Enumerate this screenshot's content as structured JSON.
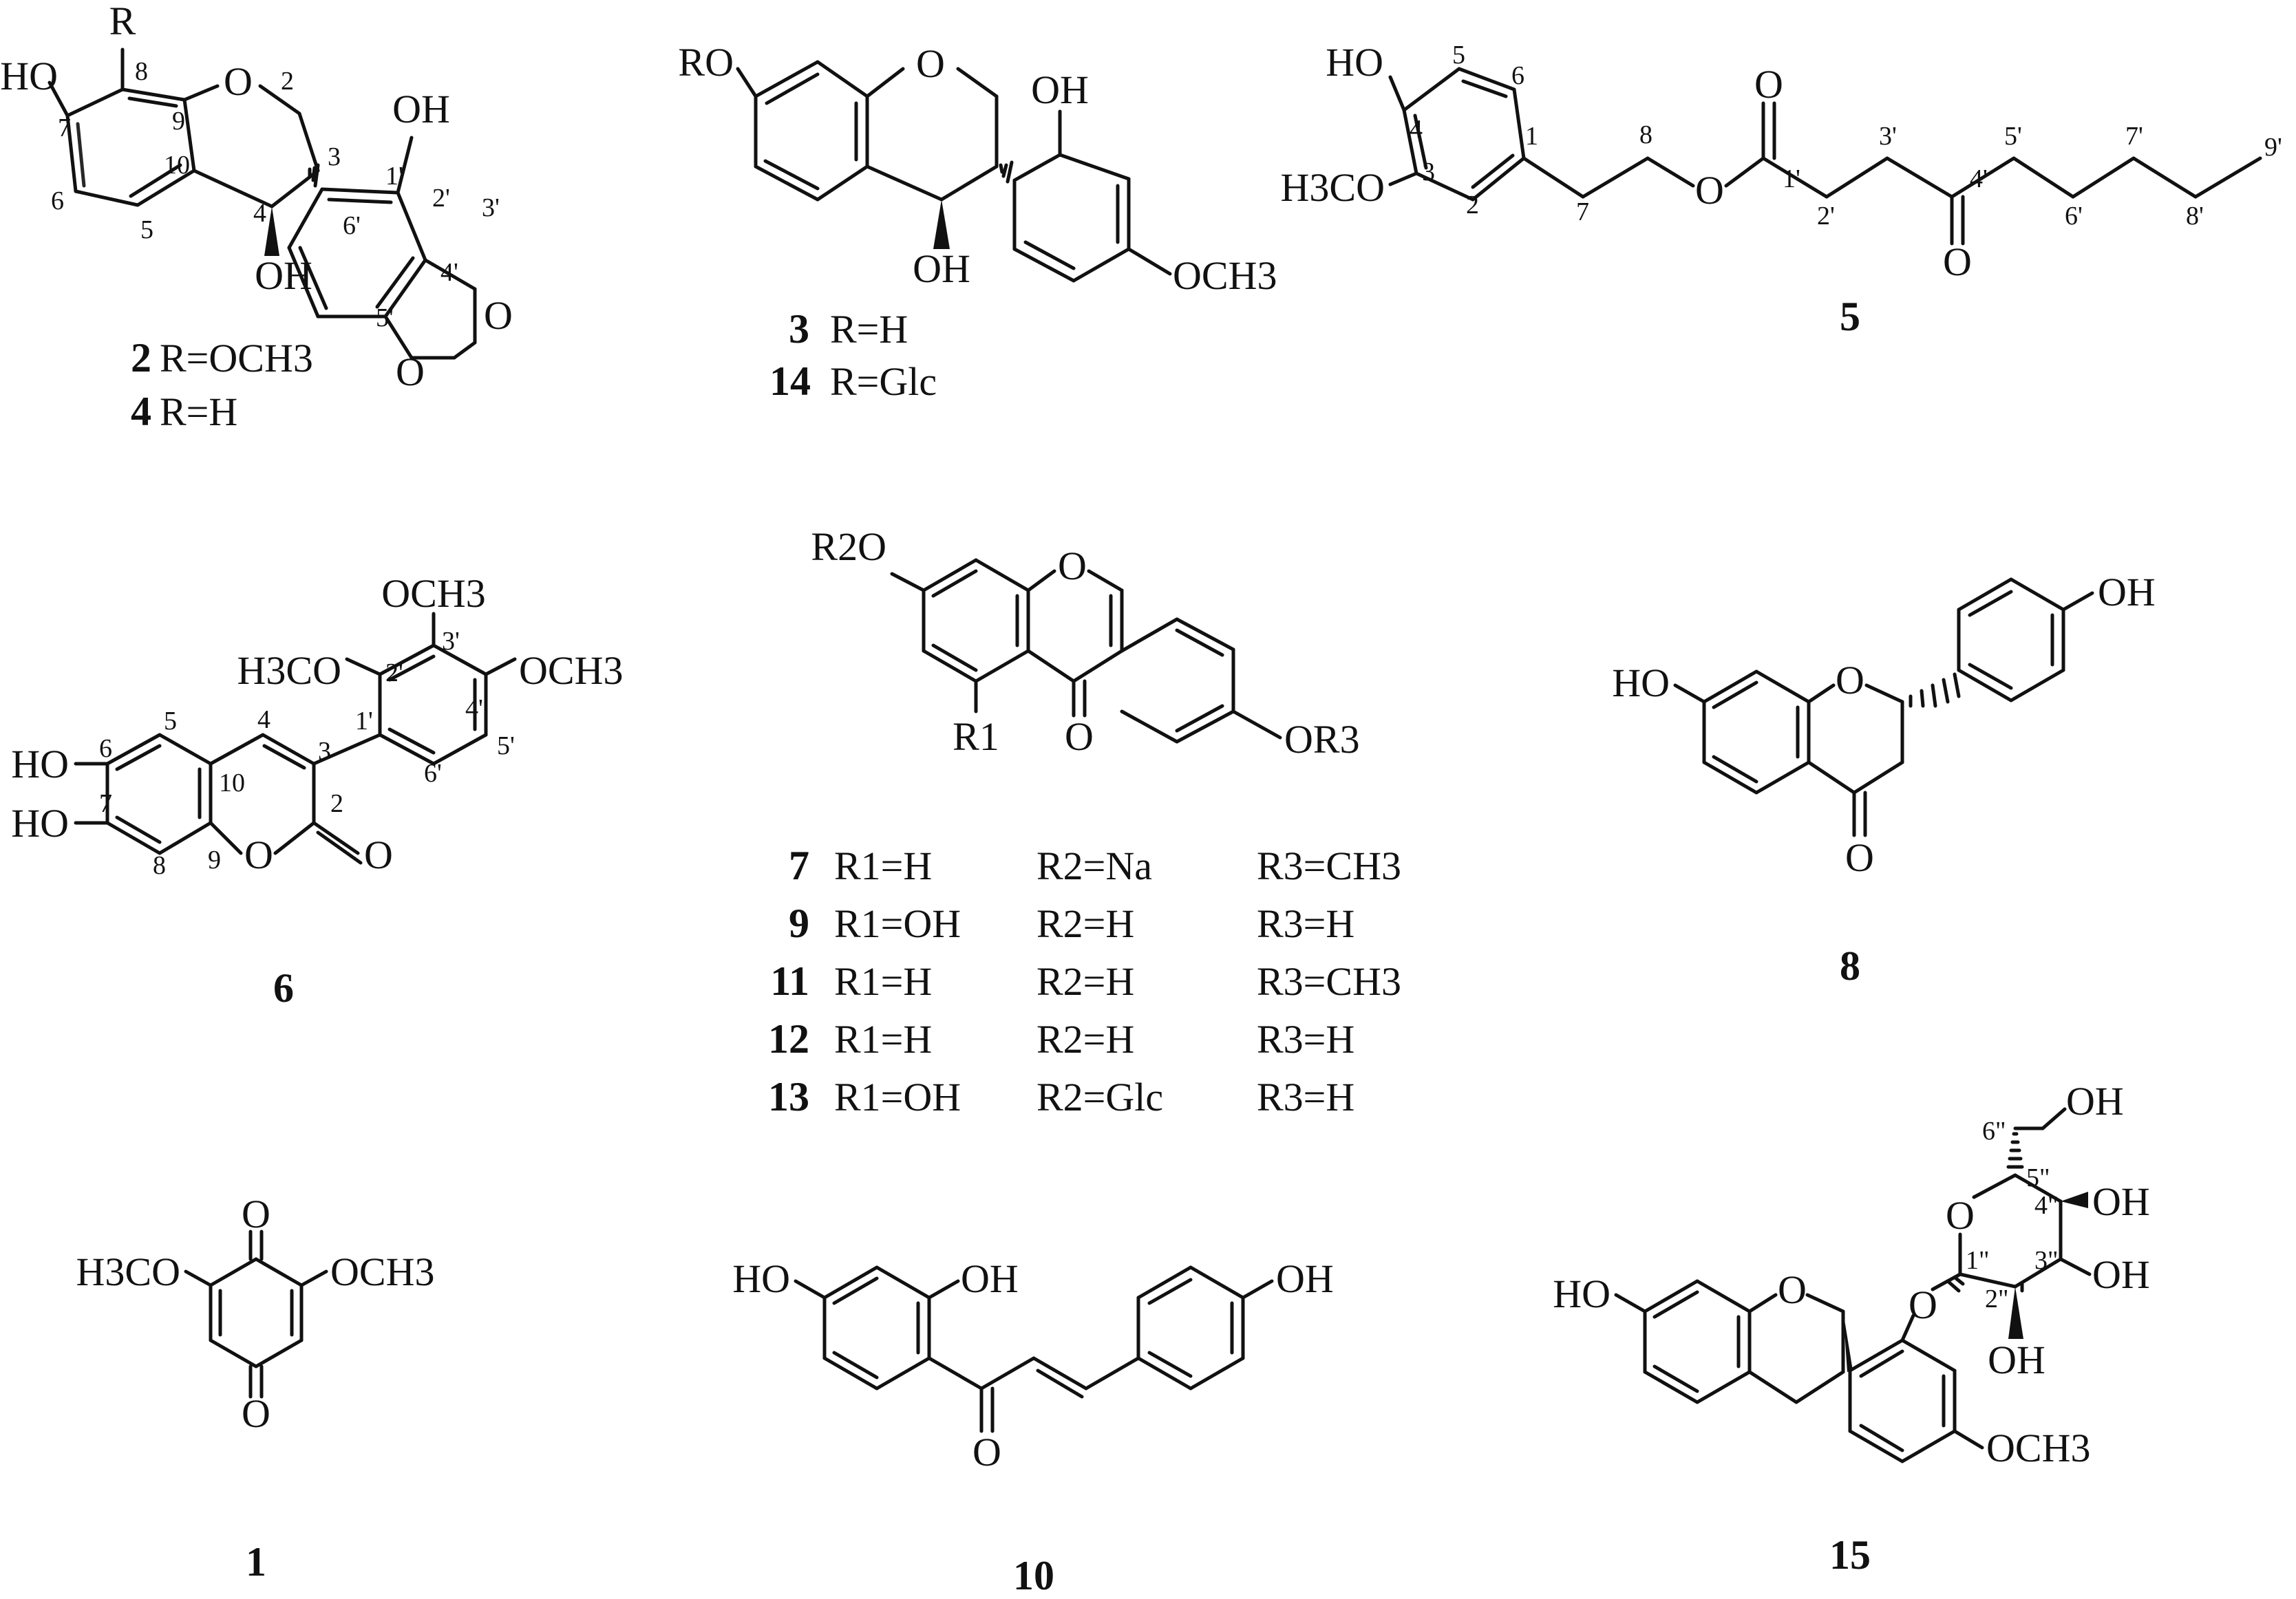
{
  "compounds": [
    {
      "id": "c2_4",
      "labels": [
        "2",
        "4"
      ],
      "variants": [
        {
          "id": "2",
          "r": "R=OCH3"
        },
        {
          "id": "4",
          "r": "R=H"
        }
      ],
      "atoms": {
        "r": "R",
        "oh7": "HO",
        "o1": "O",
        "oh2p": "OH",
        "oh4": "OH",
        "o_a": "O",
        "o_b": "O"
      },
      "numbers": {
        "n8": "8",
        "n9": "9",
        "n2": "2",
        "n7": "7",
        "n10": "10",
        "n3": "3",
        "n1p": "1'",
        "n2p": "2'",
        "n3p": "3'",
        "n6": "6",
        "n5": "5",
        "n4": "4",
        "n6p": "6'",
        "n4p": "4'",
        "n5p": "5'"
      }
    },
    {
      "id": "c3_14",
      "variants": [
        {
          "id": "3",
          "r": "R=H"
        },
        {
          "id": "14",
          "r": "R=Glc"
        }
      ],
      "atoms": {
        "ro": "RO",
        "o1": "O",
        "oh2p": "OH",
        "oh4": "OH",
        "och3": "OCH3"
      }
    },
    {
      "id": "c5",
      "label": "5",
      "atoms": {
        "ho": "HO",
        "h3co": "H3CO",
        "o_ester": "O",
        "o_carbonyl1": "O",
        "o_carbonyl2": "O"
      },
      "numbers": {
        "n5": "5",
        "n6": "6",
        "n4": "4",
        "n3": "3",
        "n1": "1",
        "n2": "2",
        "n8": "8",
        "n7": "7",
        "n1p": "1'",
        "n3p": "3'",
        "n2p": "2'",
        "n4p": "4'",
        "n5p": "5'",
        "n6p": "6'",
        "n7p": "7'",
        "n8p": "8'",
        "n9p": "9'"
      }
    },
    {
      "id": "c6",
      "label": "6",
      "atoms": {
        "och3_3p": "OCH3",
        "h3co_2p": "H3CO",
        "och3_4p": "OCH3",
        "ho6": "HO",
        "ho7": "HO",
        "o1": "O",
        "o_carbonyl": "O"
      },
      "numbers": {
        "n3p": "3'",
        "n2p": "2'",
        "n4p": "4'",
        "n5": "5",
        "n4": "4",
        "n1p": "1'",
        "n6": "6",
        "n3": "3",
        "n5p": "5'",
        "n10": "10",
        "n6p": "6'",
        "n2": "2",
        "n7": "7",
        "n8": "8",
        "n9": "9"
      }
    },
    {
      "id": "c_isoflavone",
      "atoms": {
        "r2o": "R2O",
        "o1": "O",
        "r1": "R1",
        "o_carbonyl": "O",
        "or3": "OR3"
      },
      "table": [
        {
          "id": "7",
          "r1": "R1=H",
          "r2": "R2=Na",
          "r3": "R3=CH3"
        },
        {
          "id": "9",
          "r1": "R1=OH",
          "r2": "R2=H",
          "r3": "R3=H"
        },
        {
          "id": "11",
          "r1": "R1=H",
          "r2": "R2=H",
          "r3": "R3=CH3"
        },
        {
          "id": "12",
          "r1": "R1=H",
          "r2": "R2=H",
          "r3": "R3=H"
        },
        {
          "id": "13",
          "r1": "R1=OH",
          "r2": "R2=Glc",
          "r3": "R3=H"
        }
      ]
    },
    {
      "id": "c8",
      "label": "8",
      "atoms": {
        "oh": "OH",
        "ho": "HO",
        "o1": "O",
        "o_carbonyl": "O"
      }
    },
    {
      "id": "c1",
      "label": "1",
      "atoms": {
        "o_top": "O",
        "h3co": "H3CO",
        "och3": "OCH3",
        "o_bottom": "O"
      }
    },
    {
      "id": "c10",
      "label": "10",
      "atoms": {
        "ho": "HO",
        "oh2": "OH",
        "oh4p": "OH",
        "o_carbonyl": "O"
      }
    },
    {
      "id": "c15",
      "label": "15",
      "atoms": {
        "oh6": "OH",
        "ho7": "HO",
        "o1": "O",
        "o_ring": "O",
        "o_link": "O",
        "oh4": "OH",
        "oh3": "OH",
        "oh2": "OH",
        "och3": "OCH3"
      },
      "numbers": {
        "n6pp": "6\"",
        "n5pp": "5\"",
        "n4pp": "4\"",
        "n1pp": "1\"",
        "n3pp": "3\"",
        "n2pp": "2\""
      }
    }
  ]
}
